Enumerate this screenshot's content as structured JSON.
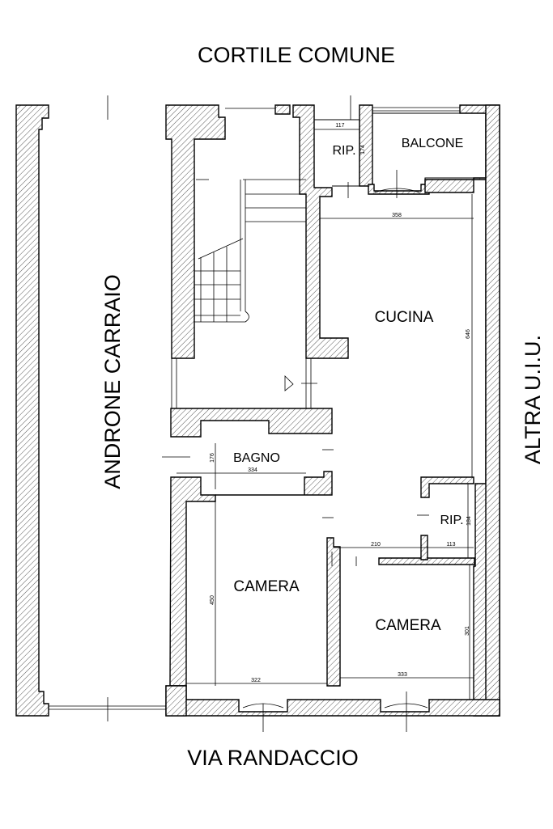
{
  "labels": {
    "north": "CORTILE COMUNE",
    "south": "VIA RANDACCIO",
    "west": "ANDRONE CARRAIO",
    "east": "ALTRA U.I.U."
  },
  "rooms": {
    "rip_top": "RIP.",
    "balcone": "BALCONE",
    "cucina": "CUCINA",
    "bagno": "BAGNO",
    "rip_mid": "RIP.",
    "camera_left": "CAMERA",
    "camera_right": "CAMERA"
  },
  "dimensions": {
    "rip_top_w": "117",
    "rip_top_h": "174",
    "cucina_w": "358",
    "cucina_h": "646",
    "bagno_h": "176",
    "bagno_w": "334",
    "rip_mid_h": "184",
    "corridor_w": "210",
    "rip_mid_w": "113",
    "camera_left_h": "450",
    "camera_left_w": "322",
    "camera_right_h": "301",
    "camera_right_w": "333"
  }
}
